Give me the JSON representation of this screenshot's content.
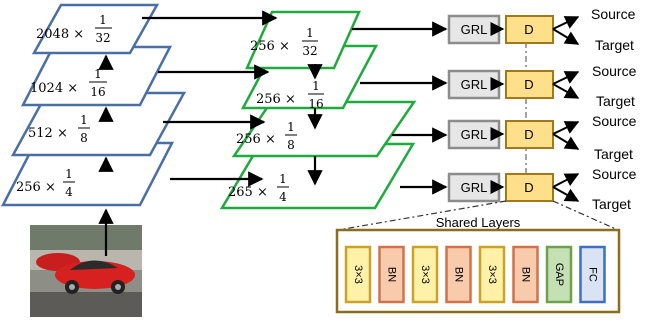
{
  "backbone_levels": [
    {
      "prefix": "2048 ×",
      "num": "1",
      "den": "32"
    },
    {
      "prefix": "1024 ×",
      "num": "1",
      "den": "16"
    },
    {
      "prefix": "512 ×",
      "num": "1",
      "den": "8"
    },
    {
      "prefix": "256 ×",
      "num": "1",
      "den": "4"
    }
  ],
  "fpn_levels": [
    {
      "prefix": "256 ×",
      "num": "1",
      "den": "32"
    },
    {
      "prefix": "256 ×",
      "num": "1",
      "den": "16"
    },
    {
      "prefix": "256 ×",
      "num": "1",
      "den": "8"
    },
    {
      "prefix": "265 ×",
      "num": "1",
      "den": "4"
    }
  ],
  "heads": [
    {
      "grl": "GRL",
      "d": "D",
      "source": "Source",
      "target": "Target"
    },
    {
      "grl": "GRL",
      "d": "D",
      "source": "Source",
      "target": "Target"
    },
    {
      "grl": "GRL",
      "d": "D",
      "source": "Source",
      "target": "Target"
    },
    {
      "grl": "GRL",
      "d": "D",
      "source": "Source",
      "target": "Target"
    }
  ],
  "shared_layers": {
    "title": "Shared Layers",
    "layers": [
      {
        "label": "3×3",
        "kind": "conv"
      },
      {
        "label": "BN",
        "kind": "bn"
      },
      {
        "label": "3×3",
        "kind": "conv"
      },
      {
        "label": "BN",
        "kind": "bn"
      },
      {
        "label": "3×3",
        "kind": "conv"
      },
      {
        "label": "BN",
        "kind": "bn"
      },
      {
        "label": "GAP",
        "kind": "gap"
      },
      {
        "label": "FC",
        "kind": "fc"
      }
    ]
  },
  "colors": {
    "backbone": "#4a6fa5",
    "fpn": "#1faa3e",
    "grl_fill": "#e6e6e6",
    "grl_stroke": "#8c8c8c",
    "d_fill": "#ffe08a",
    "d_stroke": "#a0781e",
    "conv_fill": "#fff2a8",
    "conv_stroke": "#c9a227",
    "bn_fill": "#f8cbad",
    "bn_stroke": "#d0734a",
    "gap_fill": "#c5e0b4",
    "gap_stroke": "#6fa14a",
    "fc_fill": "#dae3f3",
    "fc_stroke": "#3f6fbf",
    "panel_stroke": "#8a6d1d"
  }
}
